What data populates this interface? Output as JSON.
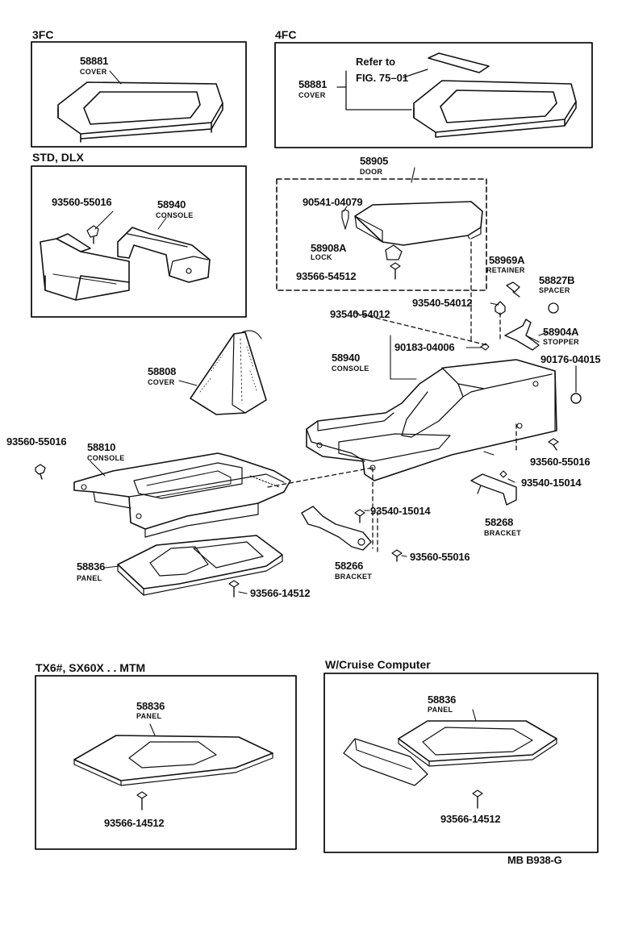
{
  "sections": {
    "fc3": "3FC",
    "fc4": "4FC",
    "std": "STD, DLX",
    "tx6": "TX6#, SX60X . . MTM",
    "cruise": "W/Cruise Computer"
  },
  "refer": {
    "line1": "Refer to",
    "line2": "FIG. 75–01"
  },
  "parts": {
    "cover_58881": "58881",
    "cover_name": "COVER",
    "door_58905": "58905",
    "door_name": "DOOR",
    "screw_90541": "90541-04079",
    "lock_58908A": "58908A",
    "lock_name": "LOCK",
    "screw_93566_54512": "93566-54512",
    "retainer_58969A": "58969A",
    "retainer_name": "RETAINER",
    "spacer_58827B": "58827B",
    "spacer_name": "SPACER",
    "screw_93540_54012": "93540-54012",
    "stopper_58904A": "58904A",
    "stopper_name": "STOPPER",
    "clip_90183": "90183-04006",
    "console_58940": "58940",
    "console_name": "CONSOLE",
    "nut_90176": "90176-04015",
    "screw_93560_55016": "93560-55016",
    "cover_58808": "58808",
    "console_58810": "58810",
    "screw_93540_15014": "93540-15014",
    "bracket_58268": "58268",
    "bracket_name": "BRACKET",
    "bracket_58266": "58266",
    "panel_58836": "58836",
    "panel_name": "PANEL",
    "screw_93566_14512": "93566-14512"
  },
  "footer": {
    "code": "MB B938-G"
  }
}
